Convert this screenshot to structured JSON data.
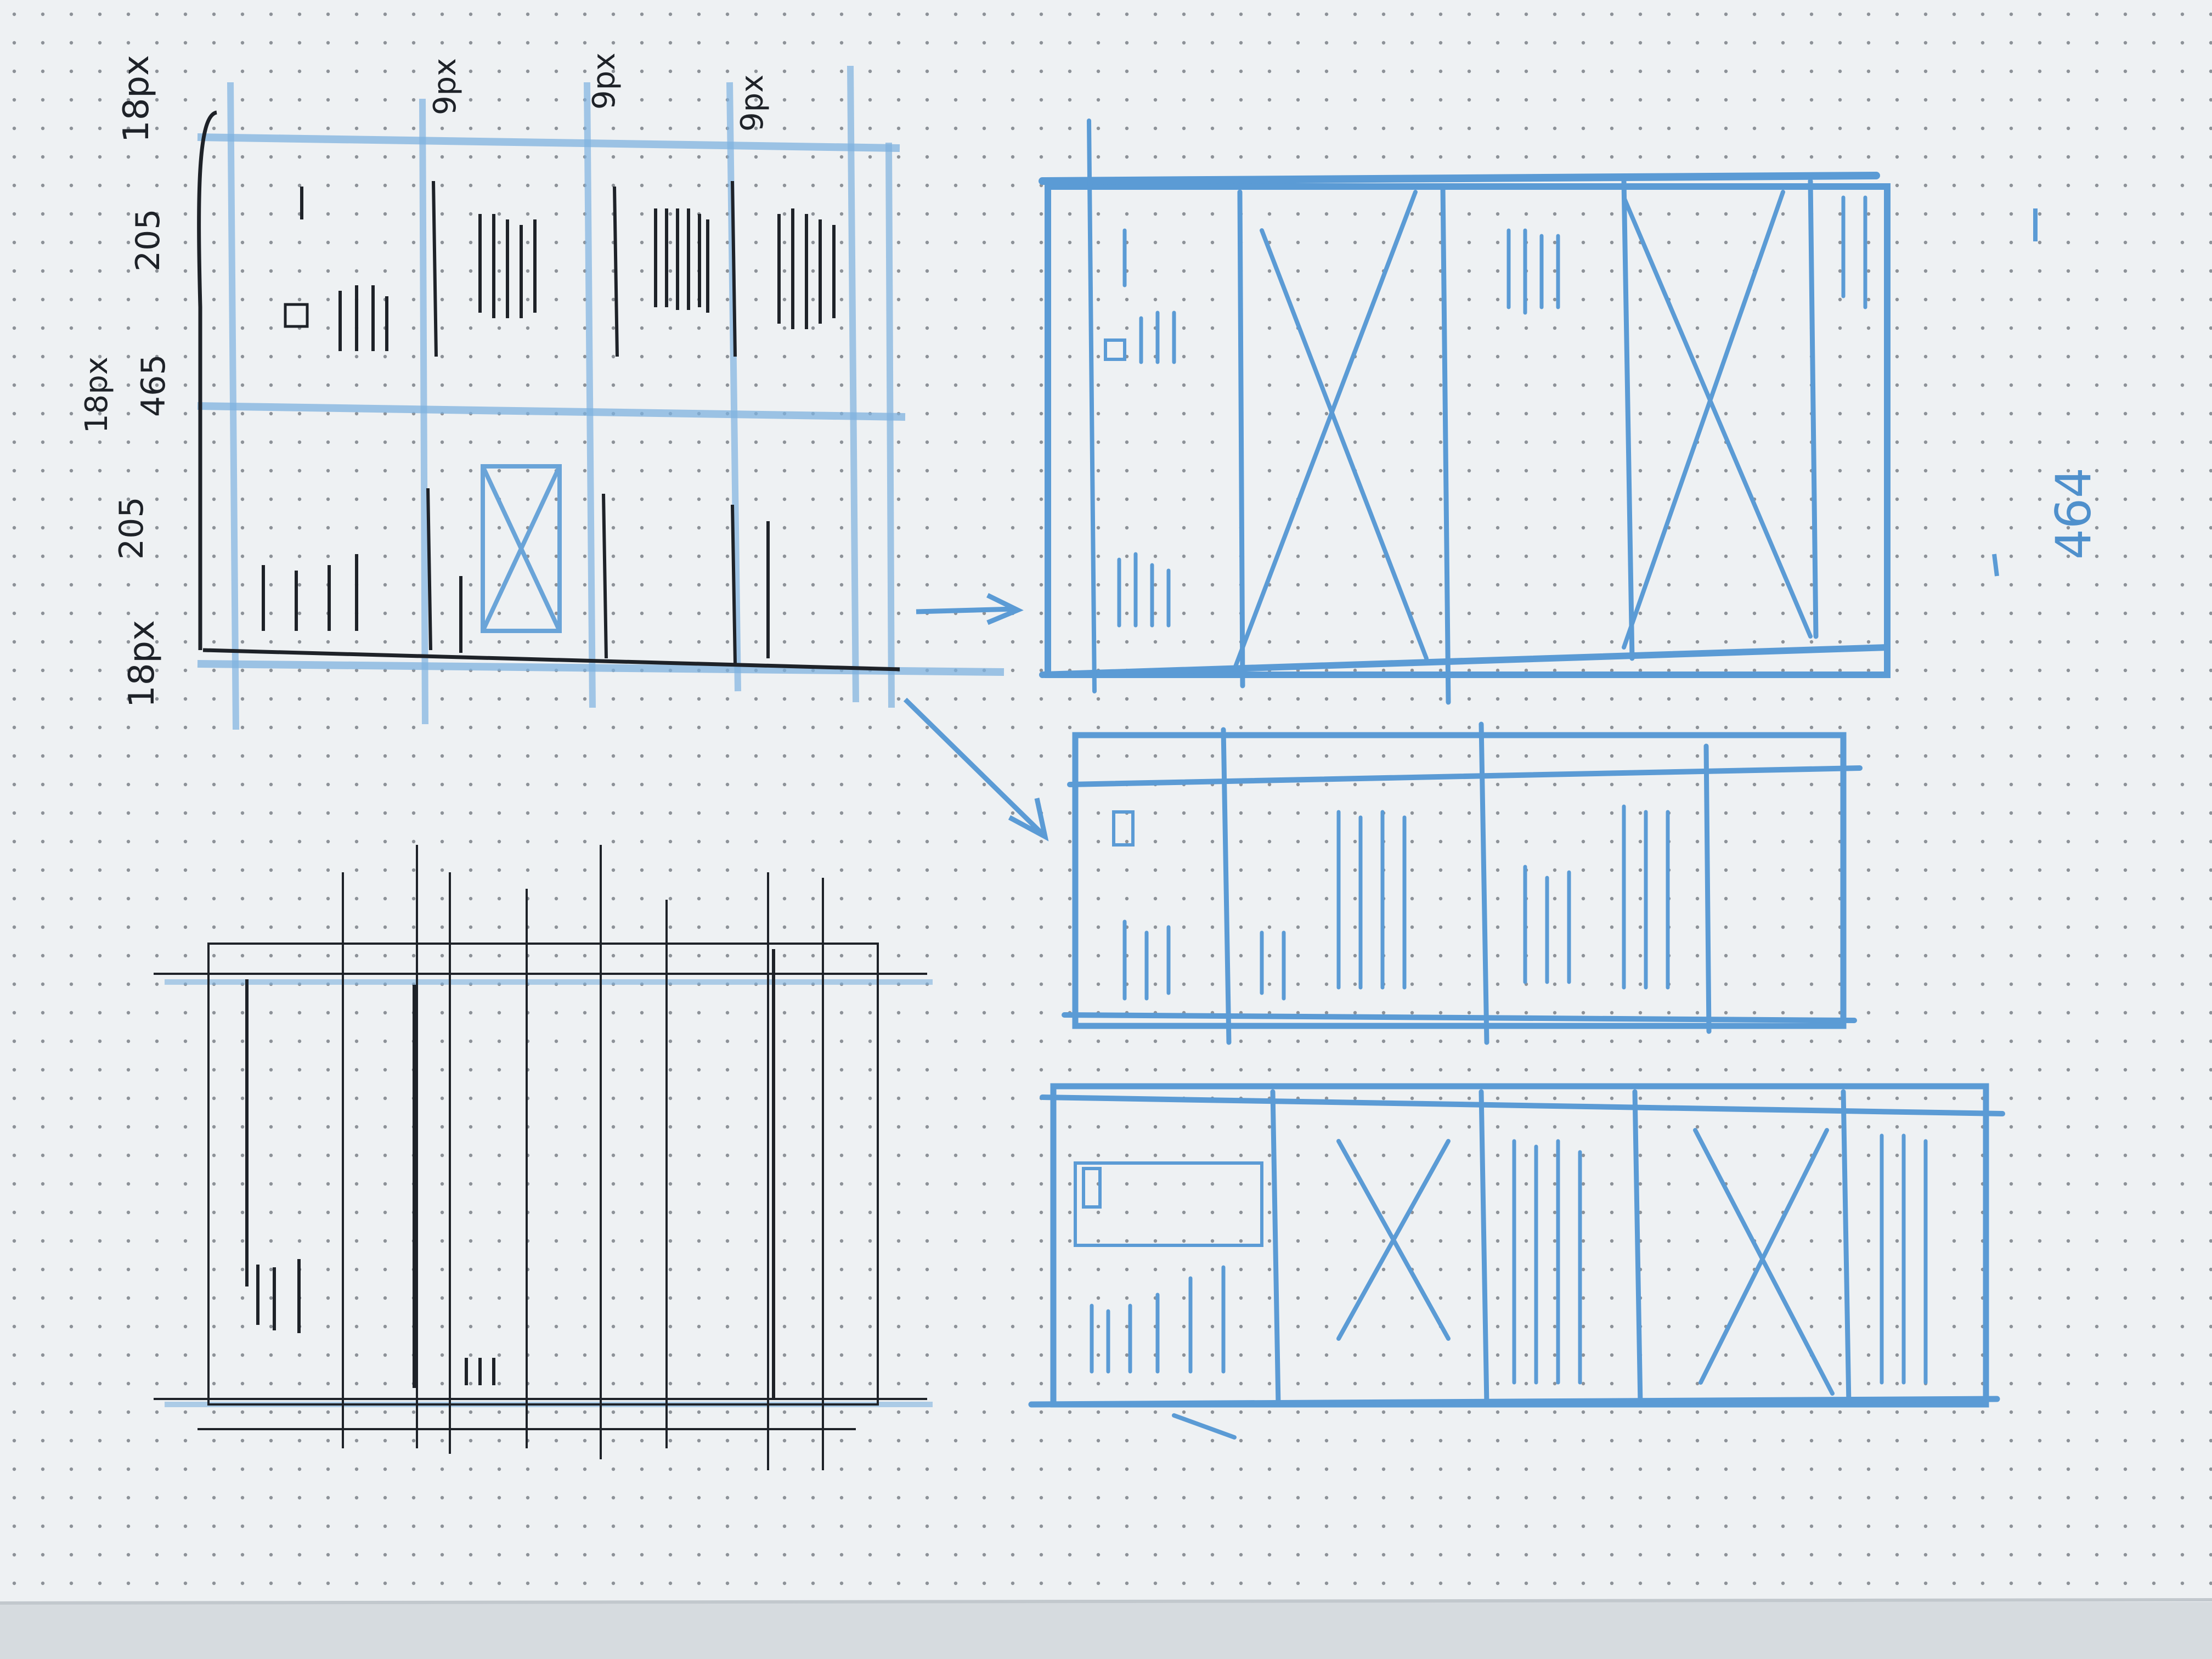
{
  "photo": {
    "subject": "notebook-page-with-wireframe-sketches",
    "colors": {
      "paper": "#eef1f3",
      "paper_shadow": "#d6dbdf",
      "dot": "#8d9298",
      "ink": "#1e2228",
      "pencil_blue": "#5b9bd5",
      "pencil_blue_dark": "#3f7fc0"
    }
  },
  "annotations": {
    "top_margin": "18px",
    "gutter_1": "9px",
    "gutter_2": "9px",
    "gutter_3": "9px",
    "col_width_1": "205",
    "mid_margin": "18px",
    "mid_value": "465",
    "col_width_2": "205",
    "bottom_margin": "18px",
    "side_note": "464"
  }
}
